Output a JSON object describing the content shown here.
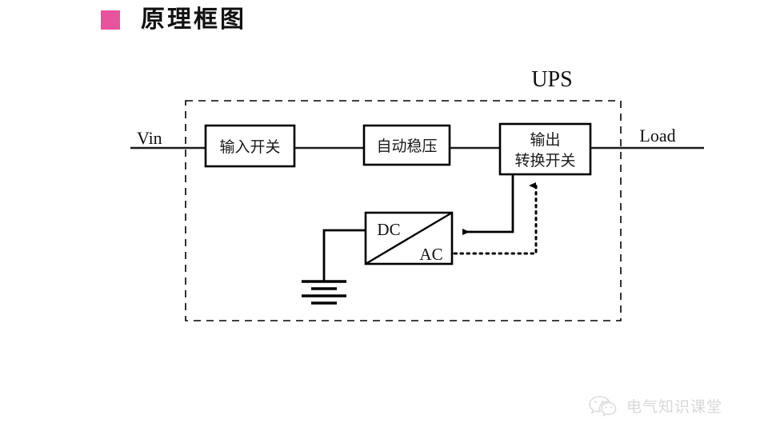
{
  "slide": {
    "title": "原理框图",
    "bullet_color": "#e8539e",
    "background": "#ffffff"
  },
  "diagram": {
    "type": "block-diagram",
    "enclosure_label": "UPS",
    "enclosure_style": "dashed",
    "terminals": {
      "input_label": "Vin",
      "output_label": "Load"
    },
    "blocks": [
      {
        "id": "input-switch",
        "label": "输入开关",
        "lines": [
          "输入开关"
        ]
      },
      {
        "id": "auto-regulator",
        "label": "自动稳压",
        "lines": [
          "自动稳压"
        ]
      },
      {
        "id": "output-transfer-switch",
        "label": "输出转换开关",
        "lines": [
          "输出",
          "转换开关"
        ]
      },
      {
        "id": "inverter",
        "label": "DC/AC",
        "lines": [
          "DC",
          "AC"
        ],
        "top_label": "DC",
        "bottom_label": "AC"
      }
    ],
    "battery": {
      "id": "battery",
      "label": ""
    },
    "connections": [
      {
        "from": "Vin",
        "to": "input-switch",
        "style": "solid",
        "arrow": false
      },
      {
        "from": "input-switch",
        "to": "auto-regulator",
        "style": "solid",
        "arrow": false
      },
      {
        "from": "auto-regulator",
        "to": "output-transfer-switch",
        "style": "solid",
        "arrow": false
      },
      {
        "from": "output-transfer-switch",
        "to": "Load",
        "style": "solid",
        "arrow": false
      },
      {
        "from": "output-transfer-switch",
        "to": "inverter",
        "style": "solid",
        "arrow": true
      },
      {
        "from": "inverter",
        "to": "output-transfer-switch",
        "style": "dotted",
        "arrow": true
      },
      {
        "from": "battery",
        "to": "inverter",
        "style": "solid",
        "arrow": false
      }
    ]
  },
  "watermark": {
    "text": "电气知识课堂",
    "icon": "wechat-icon",
    "color": "#d2d2d2"
  }
}
